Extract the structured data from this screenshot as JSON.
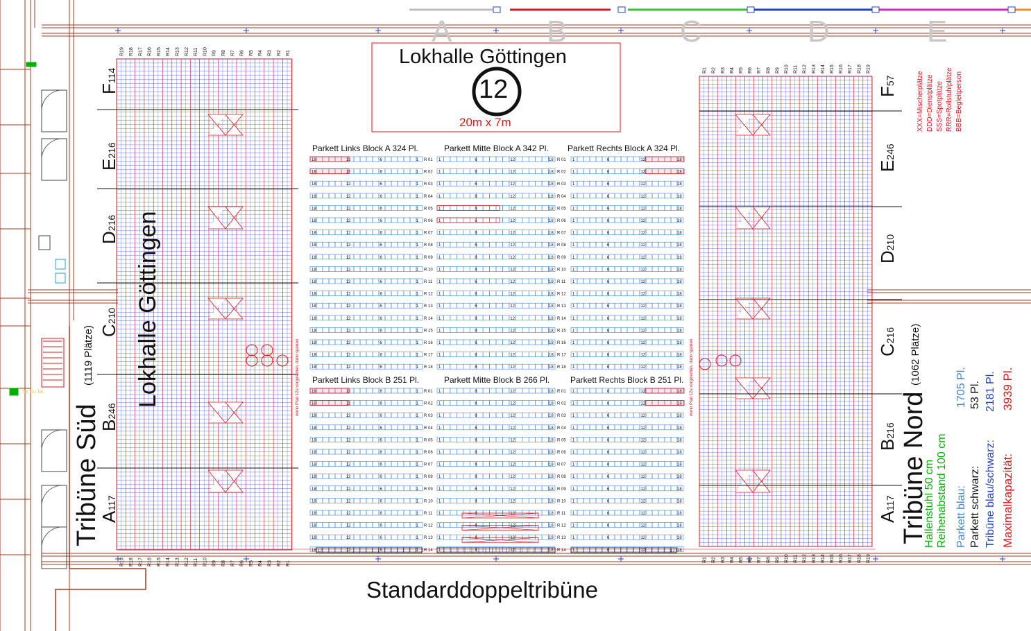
{
  "colors": {
    "blue": "#1f3fd6",
    "red": "#e0141b",
    "green": "#00b000",
    "black": "#111111",
    "lightblue": "#3a86d8",
    "brown": "#a33a1f",
    "magenta": "#e020c8"
  },
  "hall": {
    "title": "Lokhalle Göttingen",
    "number": "12",
    "size": "20m x 7m",
    "side_title": "Lokhalle Göttingen",
    "bottom_label": "Standarddoppeltribüne"
  },
  "axis_letters": [
    "A",
    "B",
    "C",
    "D",
    "E"
  ],
  "legend": {
    "items": [
      "XXX=Mischerplätze",
      "DDD=Dienstplätze",
      "SSS=Spotplätze",
      "RRR=Rollstuhlplätze",
      "BBB=Begleitperson"
    ]
  },
  "info": {
    "seat": "Hallenstuhl 50 cm",
    "row": "Reihenabstand 100 cm"
  },
  "capacity": [
    {
      "label": "Parkett blau:",
      "value": "1705 Pl."
    },
    {
      "label": "Parkett schwarz:",
      "value": "53 Pl."
    },
    {
      "label": "Tribüne blau/schwarz:",
      "value": "2181 Pl."
    },
    {
      "label": "Maximalkapazität:",
      "value": "3939 Pl."
    }
  ],
  "parkett_a": [
    "Parkett Links Block A 324 Pl.",
    "Parkett Mitte Block A 342 Pl.",
    "Parkett Rechts Block A 324 Pl."
  ],
  "parkett_b": [
    "Parkett Links Block B 251 Pl.",
    "Parkett Mitte Block B 266 Pl.",
    "Parkett Rechts Block B 251 Pl."
  ],
  "rows_a": [
    "R 01",
    "R 02",
    "R 03",
    "R 04",
    "R 05",
    "R 06",
    "R 07",
    "R 08",
    "R 09",
    "R 10",
    "R 11",
    "R 12",
    "R 13",
    "R 14",
    "R 15",
    "R 16",
    "R 17",
    "R 18"
  ],
  "rows_b": [
    "R 01",
    "R 02",
    "R 03",
    "R 04",
    "R 05",
    "R 06",
    "R 07",
    "R 08",
    "R 09",
    "R 10",
    "R 11",
    "R 12",
    "R 13",
    "R 14"
  ],
  "seat_numbers": [
    "1",
    "6",
    "12",
    "18",
    "17"
  ],
  "tribune_sued": {
    "title": "Tribüne Süd",
    "count": "(1119 Plätze)",
    "blocks": [
      {
        "letter": "F",
        "seats": "114"
      },
      {
        "letter": "E",
        "seats": "216"
      },
      {
        "letter": "D",
        "seats": "216"
      },
      {
        "letter": "C",
        "seats": "210"
      },
      {
        "letter": "B",
        "seats": "246"
      },
      {
        "letter": "A",
        "seats": "117"
      }
    ]
  },
  "tribune_nord": {
    "title": "Tribüne Nord",
    "count": "(1062 Plätze)",
    "blocks": [
      {
        "letter": "F",
        "seats": "57"
      },
      {
        "letter": "E",
        "seats": "246"
      },
      {
        "letter": "D",
        "seats": "210"
      },
      {
        "letter": "C",
        "seats": "216"
      },
      {
        "letter": "B",
        "seats": "216"
      },
      {
        "letter": "A",
        "seats": "117"
      }
    ]
  },
  "tribune_rows": [
    "R19",
    "R18",
    "R17",
    "R16",
    "R15",
    "R14",
    "R13",
    "R12",
    "R11",
    "R10",
    "R9",
    "R8",
    "R7",
    "R6",
    "R5",
    "R4",
    "R3",
    "R2",
    "R1"
  ],
  "tribune_rows_nord": [
    "R1",
    "R2",
    "R3",
    "R4",
    "R5",
    "R6",
    "R7",
    "R8",
    "R9",
    "R10",
    "R11",
    "R12",
    "R13",
    "R14",
    "R15",
    "R16",
    "R17",
    "R18",
    "R19"
  ],
  "notes": {
    "left": "wenn Plan 12a vorgesehen, dann sperren",
    "right": "wenn Plan 12a vorgesehen, dann sperren"
  },
  "exit": "Tor 10 / Tor"
}
